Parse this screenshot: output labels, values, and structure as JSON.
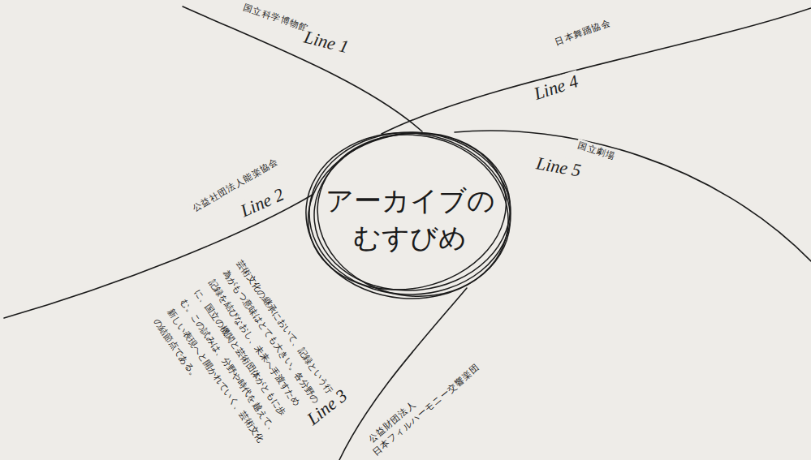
{
  "diagram": {
    "nodes": [
      {
        "text": [
          "アーカイブのむすびめ"
        ]
      }
    ],
    "labels": [
      "国立科学博物館",
      "Line 1",
      "公益社団法人能楽協会",
      "Line 2",
      "公益財団法人",
      "日本フィルハーモニー交響楽団",
      "Line 3",
      "日本舞踊協会",
      "Line 4",
      "国立劇場",
      "Line 5",
      "芸術文化の継承において、記録という行為がもつ意味はとても大きい。各分野の記録を結びなおし、未来へ手渡すために、国立の機関と芸術団体がともに歩む。この試みは、分野や時代を越えて、新しい表現へと開かれていく、芸術文化の結節点である。"
    ]
  }
}
